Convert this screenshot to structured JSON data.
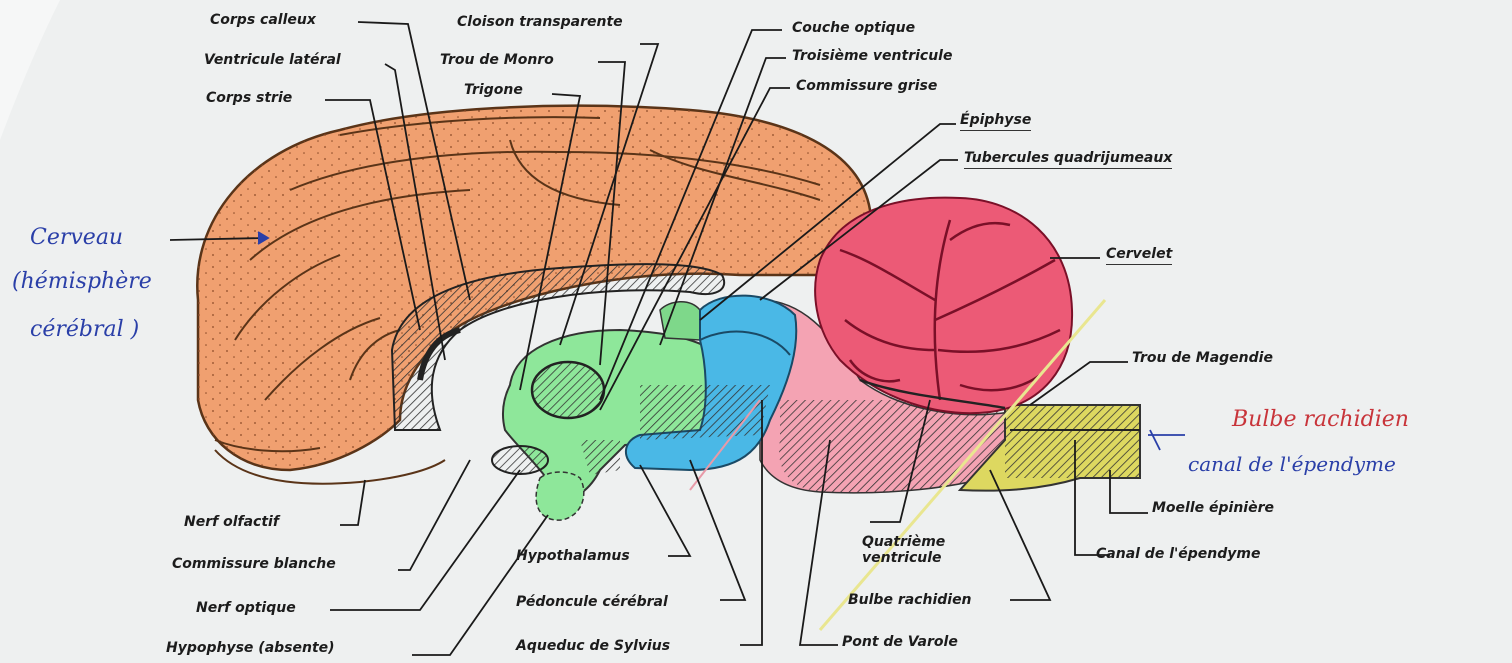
{
  "labels": {
    "corps_calleux": "Corps calleux",
    "ventricule_lateral": "Ventricule latéral",
    "corps_strie": "Corps strie",
    "cloison_transparente": "Cloison transparente",
    "trou_de_monro": "Trou de Monro",
    "trigone": "Trigone",
    "couche_optique": "Couche optique",
    "troisieme_ventricule": "Troisième ventricule",
    "commissure_grise": "Commissure grise",
    "epiphyse": "Épiphyse",
    "tubercules_quadrijumeaux": "Tubercules quadrijumeaux",
    "cervelet": "Cervelet",
    "trou_de_magendie": "Trou de Magendie",
    "moelle_epiniere": "Moelle épinière",
    "canal_de_l_ependyme": "Canal de l'épendyme",
    "bulbe_rachidien": "Bulbe rachidien",
    "pont_de_varole": "Pont de Varole",
    "quatrieme_ventricule": [
      "Quatrième",
      "ventricule"
    ],
    "hypothalamus": "Hypothalamus",
    "pedoncule_cerebral": "Pédoncule cérébral",
    "aqueduc_de_sylvius": "Aqueduc de Sylvius",
    "nerf_olfactif": "Nerf olfactif",
    "commissure_blanche": "Commissure blanche",
    "nerf_optique": "Nerf optique",
    "hypophyse": "Hypophyse (absente)"
  },
  "handwritten": {
    "cerveau": "Cerveau",
    "hemisphere_line1": "(hémisphère",
    "hemisphere_line2": "cérébral )",
    "bulbe_rachidien": "Bulbe rachidien",
    "canal_ependyme": "canal de l'épendyme"
  },
  "colors": {
    "cerebrum": "#f0a070",
    "cerebellum": "#ec5a76",
    "brainstem_pink": "#f4a3b3",
    "diencephalon_green": "#8ee79a",
    "midbrain_blue": "#4ab8e6",
    "spinal_yellow": "#ddd860",
    "handwriting_blue": "#2a3fa8",
    "handwriting_red": "#c8343a"
  }
}
